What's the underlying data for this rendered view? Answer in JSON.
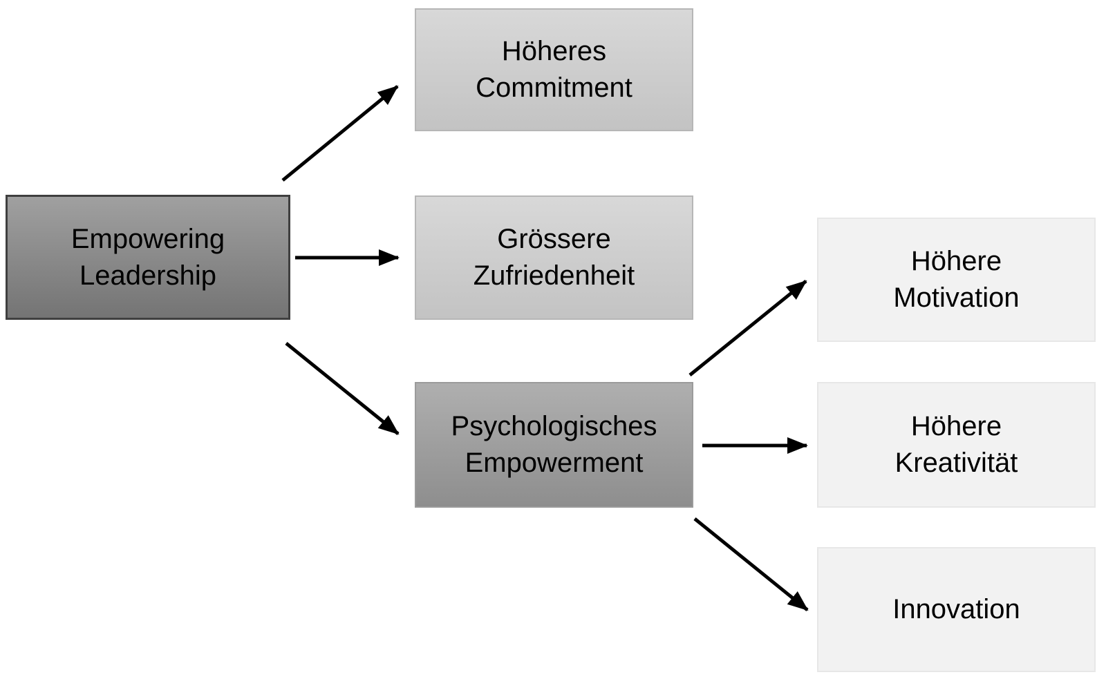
{
  "nodes": [
    {
      "id": "empowering-leadership",
      "label": "Empowering\nLeadership",
      "style": "dark"
    },
    {
      "id": "hoeheres-commitment",
      "label": "Höheres\nCommitment",
      "style": "light"
    },
    {
      "id": "groessere-zufriedenheit",
      "label": "Grössere\nZufriedenheit",
      "style": "light"
    },
    {
      "id": "psychologisches-empowerment",
      "label": "Psychologisches\nEmpowerment",
      "style": "medium"
    },
    {
      "id": "hoehere-motivation",
      "label": "Höhere\nMotivation",
      "style": "lighter"
    },
    {
      "id": "hoehere-kreativitaet",
      "label": "Höhere\nKreativität",
      "style": "lighter"
    },
    {
      "id": "innovation",
      "label": "Innovation",
      "style": "lighter"
    }
  ],
  "edges": [
    {
      "from": "empowering-leadership",
      "to": "hoeheres-commitment"
    },
    {
      "from": "empowering-leadership",
      "to": "groessere-zufriedenheit"
    },
    {
      "from": "empowering-leadership",
      "to": "psychologisches-empowerment"
    },
    {
      "from": "psychologisches-empowerment",
      "to": "hoehere-motivation"
    },
    {
      "from": "psychologisches-empowerment",
      "to": "hoehere-kreativitaet"
    },
    {
      "from": "psychologisches-empowerment",
      "to": "innovation"
    }
  ],
  "colors": {
    "background": "#ffffff",
    "text": "#000000",
    "arrow": "#000000",
    "node_dark_top": "#a0a0a0",
    "node_dark_bottom": "#747474",
    "node_dark_border": "#3f3f3f",
    "node_medium_top": "#afafaf",
    "node_medium_bottom": "#8e8e8e",
    "node_medium_border": "#9b9b9b",
    "node_light_top": "#d8d8d8",
    "node_light_bottom": "#c3c3c3",
    "node_light_border": "#b6b6b6",
    "node_lighter_fill": "#f2f2f2",
    "node_lighter_border": "#e7e7e7"
  }
}
